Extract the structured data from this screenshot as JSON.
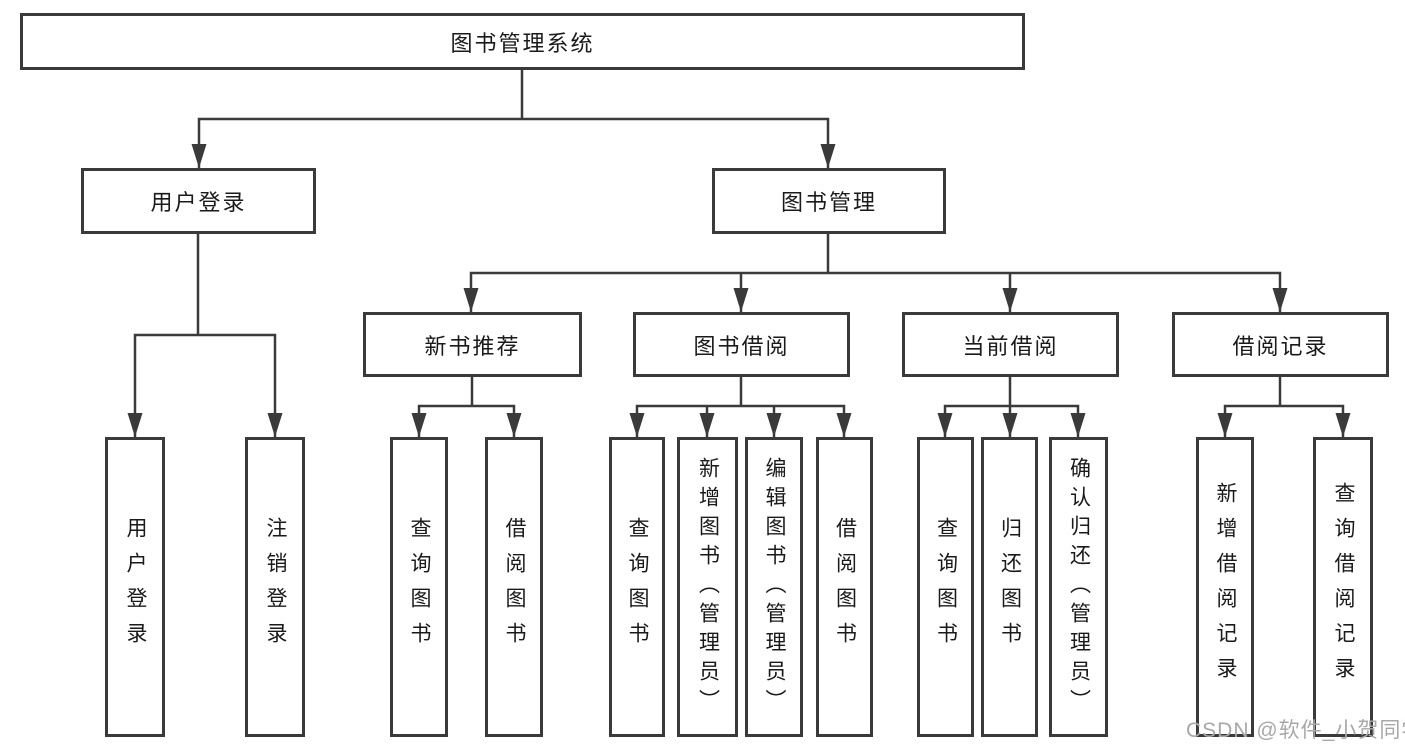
{
  "tree": {
    "label": "图书管理系统",
    "children": [
      {
        "label": "用户登录",
        "children": [
          {
            "label": "用户登录"
          },
          {
            "label": "注销登录"
          }
        ]
      },
      {
        "label": "图书管理",
        "children": [
          {
            "label": "新书推荐",
            "children": [
              {
                "label": "查询图书"
              },
              {
                "label": "借阅图书"
              }
            ]
          },
          {
            "label": "图书借阅",
            "children": [
              {
                "label": "查询图书"
              },
              {
                "label": "新增图书（管理员）"
              },
              {
                "label": "编辑图书（管理员）"
              },
              {
                "label": "借阅图书"
              }
            ]
          },
          {
            "label": "当前借阅",
            "children": [
              {
                "label": "查询图书"
              },
              {
                "label": "归还图书"
              },
              {
                "label": "确认归还（管理员）"
              }
            ]
          },
          {
            "label": "借阅记录",
            "children": [
              {
                "label": "新增借阅记录"
              },
              {
                "label": "查询借阅记录"
              }
            ]
          }
        ]
      }
    ]
  },
  "watermark": {
    "text": "CSDN @软件_小贺同学"
  },
  "colors": {
    "line": "#3a3a3a",
    "text": "#1a1a1a",
    "watermark": "#a8a8a8",
    "background": "#ffffff"
  }
}
